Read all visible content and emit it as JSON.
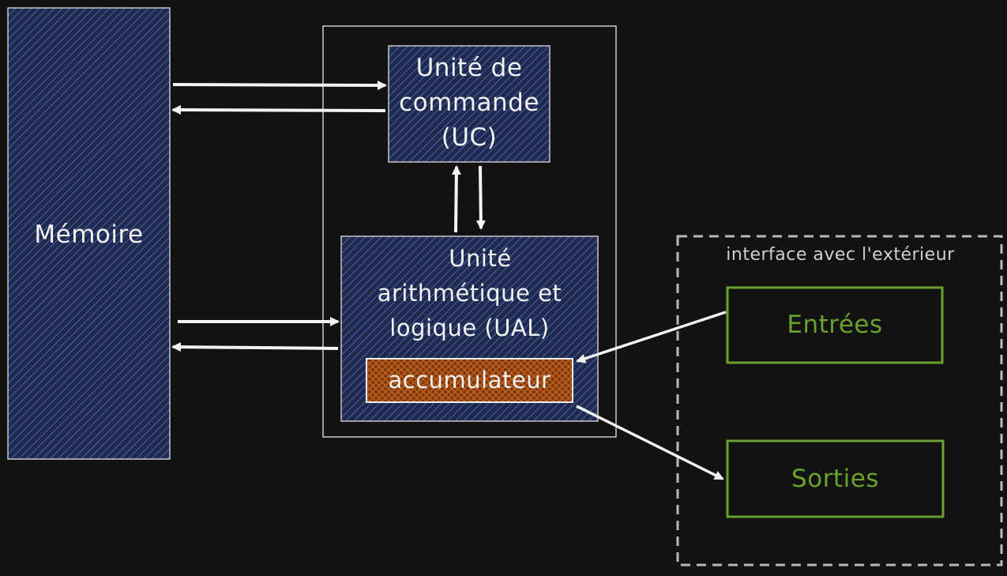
{
  "memoire": {
    "label": "Mémoire"
  },
  "uc": {
    "line1": "Unité de",
    "line2": "commande",
    "line3": "(UC)"
  },
  "ual": {
    "line1": "Unité",
    "line2": "arithmétique et",
    "line3": "logique (UAL)"
  },
  "accumulateur": {
    "label": "accumulateur"
  },
  "interface": {
    "label": "interface avec l'extérieur"
  },
  "entrees": {
    "label": "Entrées"
  },
  "sorties": {
    "label": "Sorties"
  },
  "colors": {
    "background": "#121212",
    "box_fill": "#1e2a4e",
    "hatch": "#5a6fc0",
    "accumulator_fill": "#7a3a10",
    "accumulator_hatch": "#c8601c",
    "io_green": "#6aa22c",
    "stroke": "#f2f2f2",
    "dashed": "#b8b8b8"
  }
}
